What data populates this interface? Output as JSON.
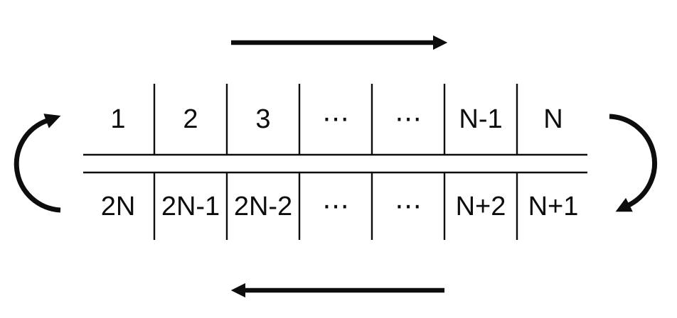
{
  "colors": {
    "ink": "#0d0d0d",
    "background": "#ffffff"
  },
  "icons": {
    "top": "arrow-right-icon",
    "bottom": "arrow-left-icon",
    "left_side": "curved-arrow-up-icon",
    "right_side": "curved-arrow-down-icon"
  },
  "ring": {
    "top_row": [
      "1",
      "2",
      "3",
      "⋯",
      "⋯",
      "N-1",
      "N"
    ],
    "bottom_row": [
      "2N",
      "2N-1",
      "2N-2",
      "⋯",
      "⋯",
      "N+2",
      "N+1"
    ]
  }
}
